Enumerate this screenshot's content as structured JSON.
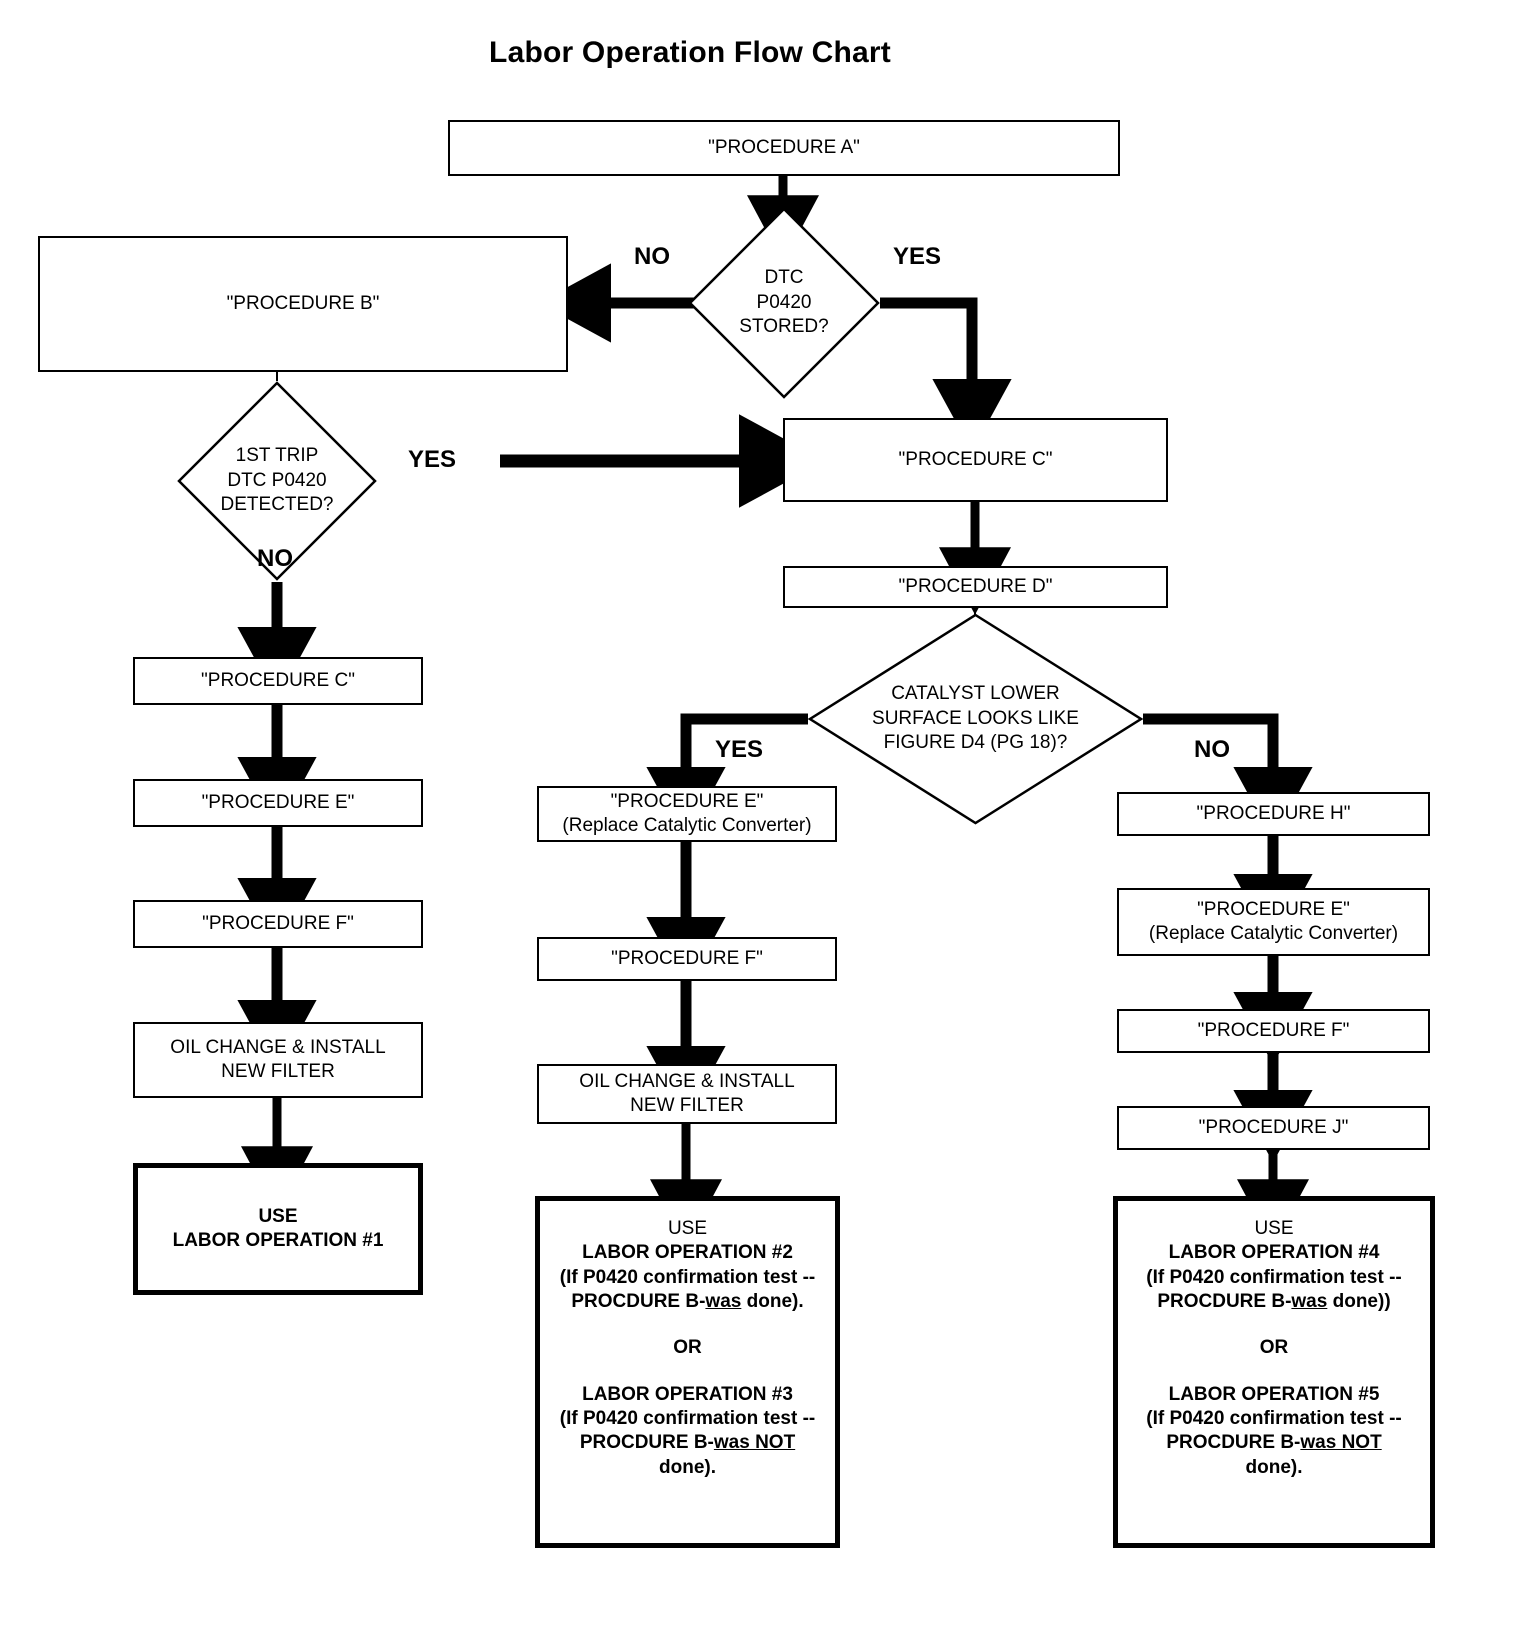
{
  "title": "Labor Operation Flow Chart",
  "nodes": {
    "procedure_a": {
      "label": "\"PROCEDURE A\""
    },
    "procedure_b": {
      "label": "\"PROCEDURE B\""
    },
    "procedure_c_right": {
      "label": "\"PROCEDURE C\""
    },
    "procedure_d": {
      "label": "\"PROCEDURE D\""
    },
    "left_c": {
      "label": "\"PROCEDURE C\""
    },
    "left_e": {
      "label": "\"PROCEDURE E\""
    },
    "left_f": {
      "label": "\"PROCEDURE F\""
    },
    "left_oil": {
      "line1": "OIL CHANGE & INSTALL",
      "line2": "NEW FILTER"
    },
    "mid_e": {
      "line1": "\"PROCEDURE E\"",
      "line2": "(Replace Catalytic Converter)"
    },
    "mid_f": {
      "label": "\"PROCEDURE F\""
    },
    "mid_oil": {
      "line1": "OIL CHANGE & INSTALL",
      "line2": "NEW FILTER"
    },
    "right_h": {
      "label": "\"PROCEDURE H\""
    },
    "right_e": {
      "line1": "\"PROCEDURE E\"",
      "line2": "(Replace Catalytic Converter)"
    },
    "right_f": {
      "label": "\"PROCEDURE F\""
    },
    "right_j": {
      "label": "\"PROCEDURE J\""
    }
  },
  "decisions": {
    "dtc_stored": {
      "line1": "DTC",
      "line2": "P0420",
      "line3": "STORED?"
    },
    "first_trip": {
      "line1": "1ST TRIP",
      "line2": "DTC P0420",
      "line3": "DETECTED?"
    },
    "catalyst": {
      "line1": "CATALYST LOWER",
      "line2": "SURFACE LOOKS LIKE",
      "line3": "FIGURE D4 (PG 18)?"
    }
  },
  "edge_labels": {
    "dtc_no": "NO",
    "dtc_yes": "YES",
    "first_trip_yes": "YES",
    "first_trip_no": "NO",
    "catalyst_yes": "YES",
    "catalyst_no": "NO"
  },
  "outcomes": {
    "labor_1": {
      "use": "USE",
      "operation": "LABOR OPERATION  #1"
    },
    "labor_2_3": {
      "use": "USE",
      "operation_a": "LABOR OPERATION  #2",
      "cond_a_line1": "(If P0420 confirmation test --",
      "cond_a_line2_pre": "PROCDURE B-",
      "cond_a_line2_underline": "was",
      "cond_a_line2_post": " done).",
      "or": "OR",
      "operation_b": "LABOR OPERATION  #3",
      "cond_b_line1": "(If P0420 confirmation test --",
      "cond_b_line2_pre": "PROCDURE B-",
      "cond_b_line2_underline": "was NOT",
      "cond_b_line3": "done)."
    },
    "labor_4_5": {
      "use": "USE",
      "operation_a": "LABOR OPERATION #4",
      "cond_a_line1": "(If P0420 confirmation test --",
      "cond_a_line2_pre": "PROCDURE B-",
      "cond_a_line2_underline": "was",
      "cond_a_line2_post": " done))",
      "or": "OR",
      "operation_b": "LABOR OPERATION #5",
      "cond_b_line1": "(If P0420 confirmation test --",
      "cond_b_line2_pre": "PROCDURE B-",
      "cond_b_line2_underline": "was NOT",
      "cond_b_line3": "done)."
    }
  },
  "colors": {
    "ink": "#000000",
    "paper": "#ffffff"
  }
}
